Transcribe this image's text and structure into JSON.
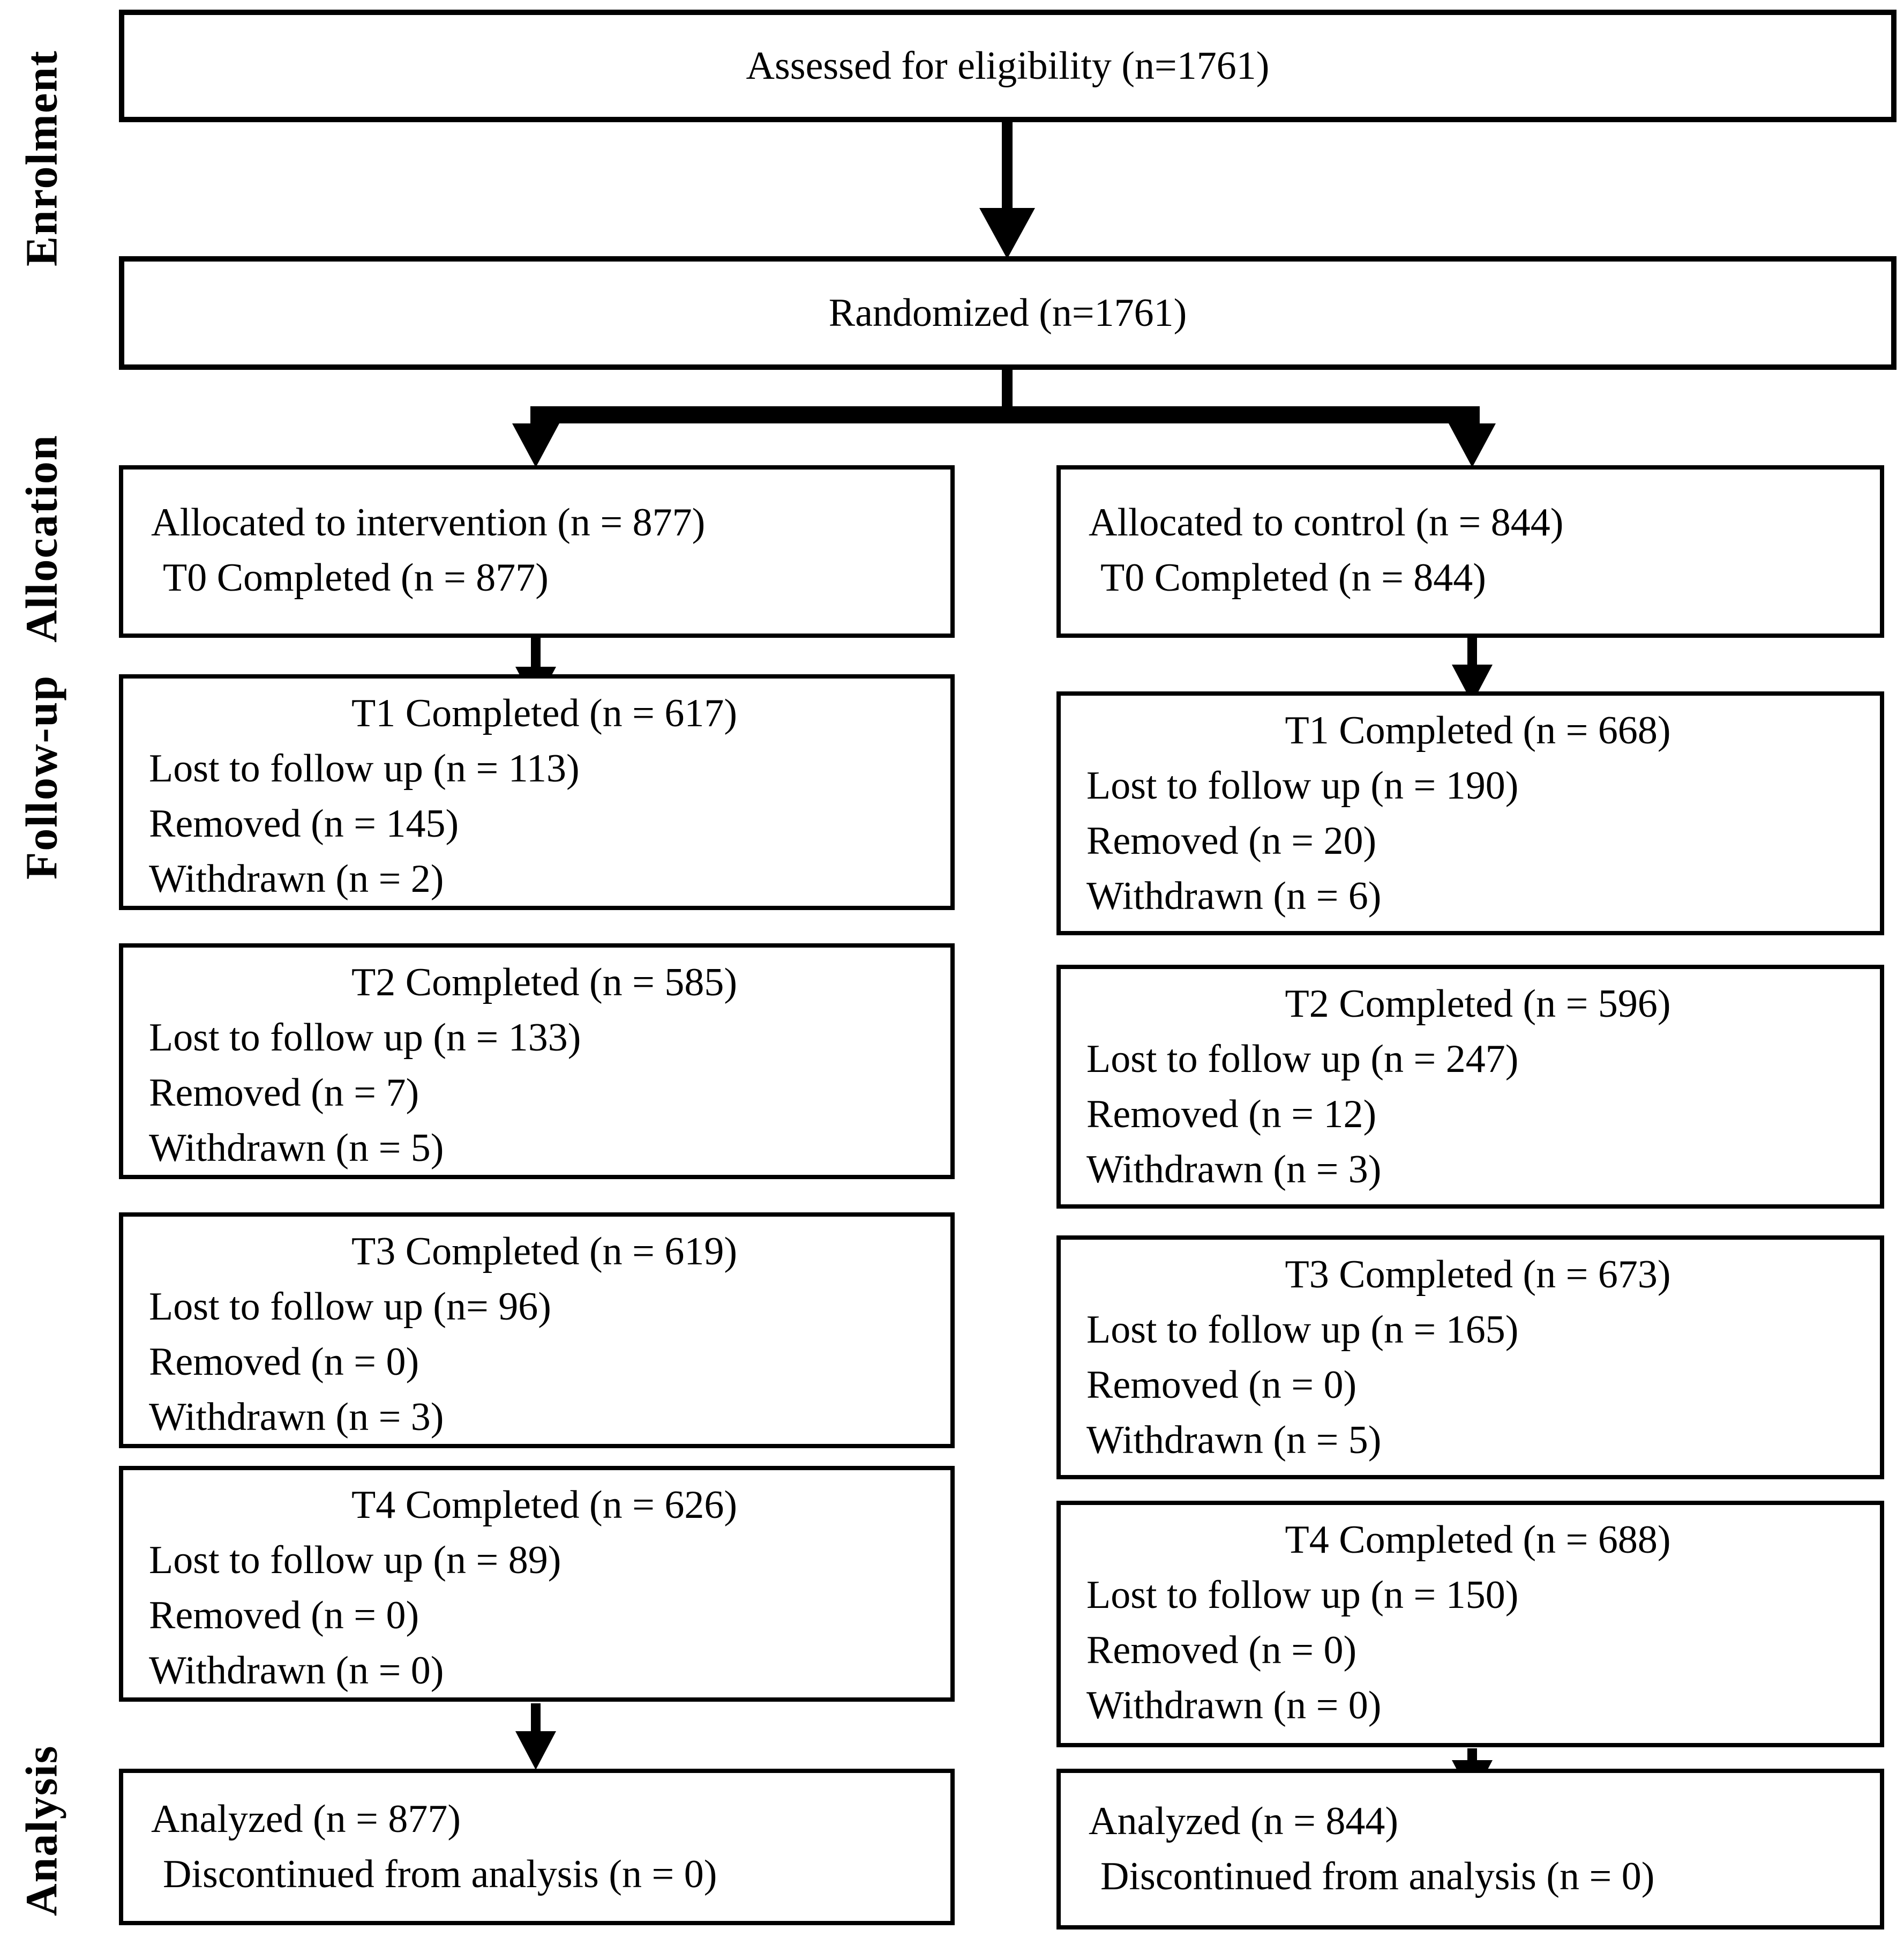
{
  "stages": {
    "enrolment_label": "Enrolment",
    "allocation_label": "Allocation",
    "followup_label": "Follow-up",
    "analysis_label": "Analysis"
  },
  "enrolment": {
    "assessed": "Assessed for eligibility  (n=1761)",
    "randomized": "Randomized (n=1761)"
  },
  "allocation": {
    "intervention": {
      "title": "Allocated to intervention (n = 877)",
      "t0": "T0 Completed  (n = 877)"
    },
    "control": {
      "title": "Allocated to control (n = 844)",
      "t0": "T0 Completed  (n = 844)"
    }
  },
  "followup": {
    "intervention": [
      {
        "title": "T1 Completed (n = 617)",
        "lost": "Lost to follow up (n = 113)",
        "removed": "Removed (n = 145)",
        "withdrawn": "Withdrawn (n = 2)"
      },
      {
        "title": "T2 Completed (n = 585)",
        "lost": "Lost to follow up (n = 133)",
        "removed": "Removed (n = 7)",
        "withdrawn": "Withdrawn (n = 5)"
      },
      {
        "title": "T3 Completed (n = 619)",
        "lost": "Lost to follow up (n= 96)",
        "removed": "Removed (n = 0)",
        "withdrawn": "Withdrawn (n = 3)"
      },
      {
        "title": "T4 Completed (n = 626)",
        "lost": "Lost to follow up (n = 89)",
        "removed": "Removed (n = 0)",
        "withdrawn": "Withdrawn (n = 0)"
      }
    ],
    "control": [
      {
        "title": "T1 Completed (n = 668)",
        "lost": "Lost to follow up (n = 190)",
        "removed": "Removed (n = 20)",
        "withdrawn": "Withdrawn (n = 6)"
      },
      {
        "title": "T2 Completed (n = 596)",
        "lost": "Lost to follow up (n = 247)",
        "removed": "Removed (n = 12)",
        "withdrawn": "Withdrawn (n = 3)"
      },
      {
        "title": "T3 Completed (n = 673)",
        "lost": "Lost to follow up (n = 165)",
        "removed": "Removed (n = 0)",
        "withdrawn": "Withdrawn (n = 5)"
      },
      {
        "title": "T4 Completed (n = 688)",
        "lost": "Lost to follow up (n = 150)",
        "removed": "Removed (n = 0)",
        "withdrawn": "Withdrawn (n = 0)"
      }
    ]
  },
  "analysis": {
    "intervention": {
      "analyzed": "Analyzed (n = 877)",
      "discontinued": "Discontinued from analysis (n = 0)"
    },
    "control": {
      "analyzed": "Analyzed (n = 844)",
      "discontinued": "Discontinued from analysis (n = 0)"
    }
  },
  "colors": {
    "background": "#ffffff",
    "box_border": "#000000",
    "text": "#000000",
    "arrow": "#000000"
  }
}
